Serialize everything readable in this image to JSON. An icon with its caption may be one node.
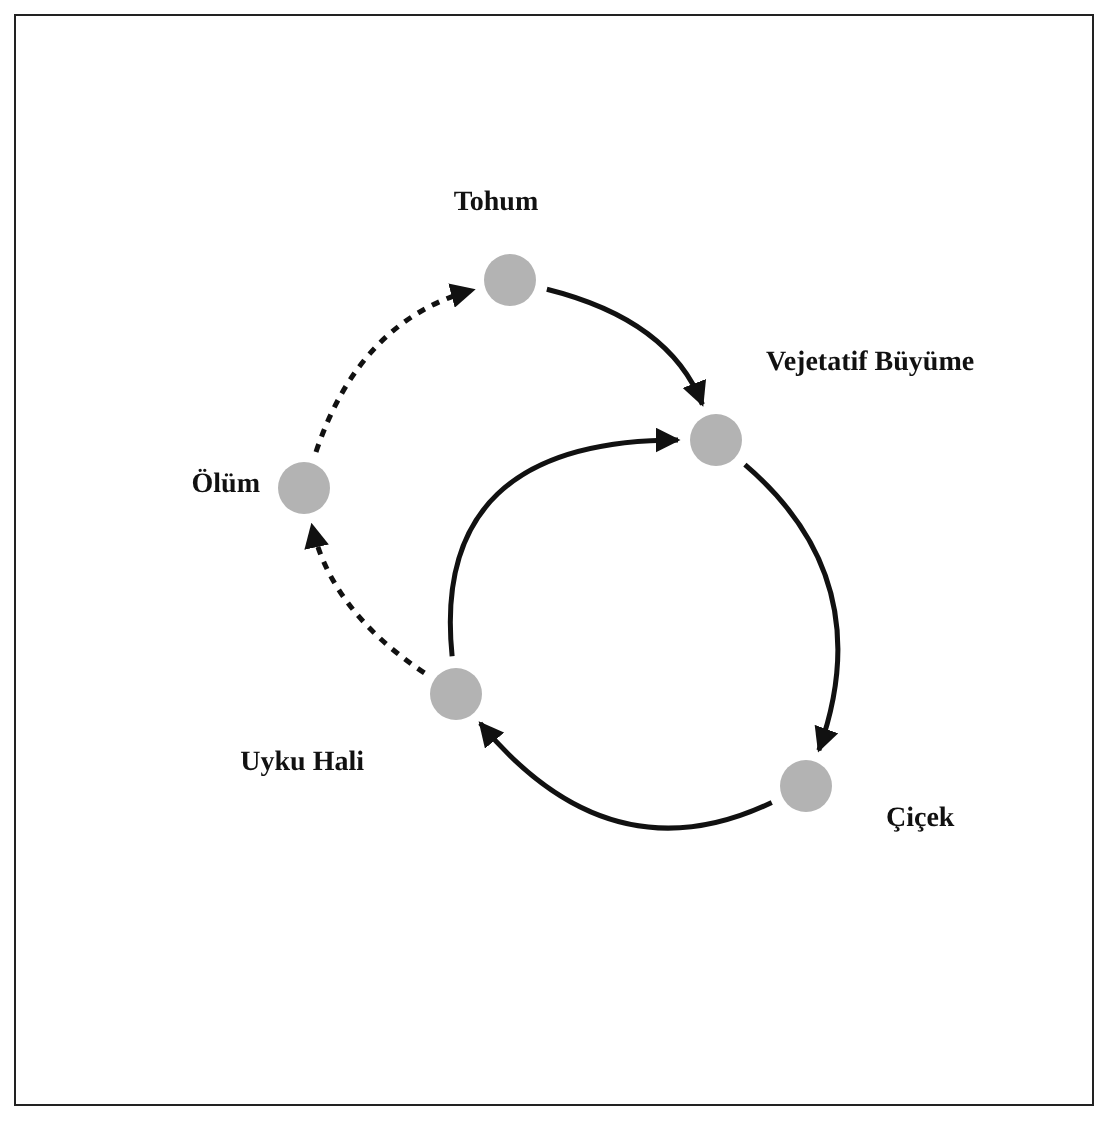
{
  "diagram": {
    "nodes": [
      {
        "text": [
          "Tohum"
        ]
      },
      {
        "text": [
          "Vejetatif Büyüme"
        ]
      },
      {
        "text": [
          "Çiçek"
        ]
      },
      {
        "text": [
          "Uyku Hali"
        ]
      },
      {
        "text": [
          "Ölüm"
        ]
      }
    ],
    "edges": [
      {
        "from": 0,
        "to": 1,
        "arrow": "to"
      },
      {
        "from": 1,
        "to": 2,
        "arrow": "to"
      },
      {
        "from": 2,
        "to": 3,
        "arrow": "to"
      },
      {
        "from": 3,
        "to": 1,
        "arrow": "to"
      },
      {
        "from": 3,
        "to": 4,
        "arrow": "to",
        "style": "dashed"
      },
      {
        "from": 4,
        "to": 0,
        "arrow": "to",
        "style": "dashed"
      }
    ]
  }
}
